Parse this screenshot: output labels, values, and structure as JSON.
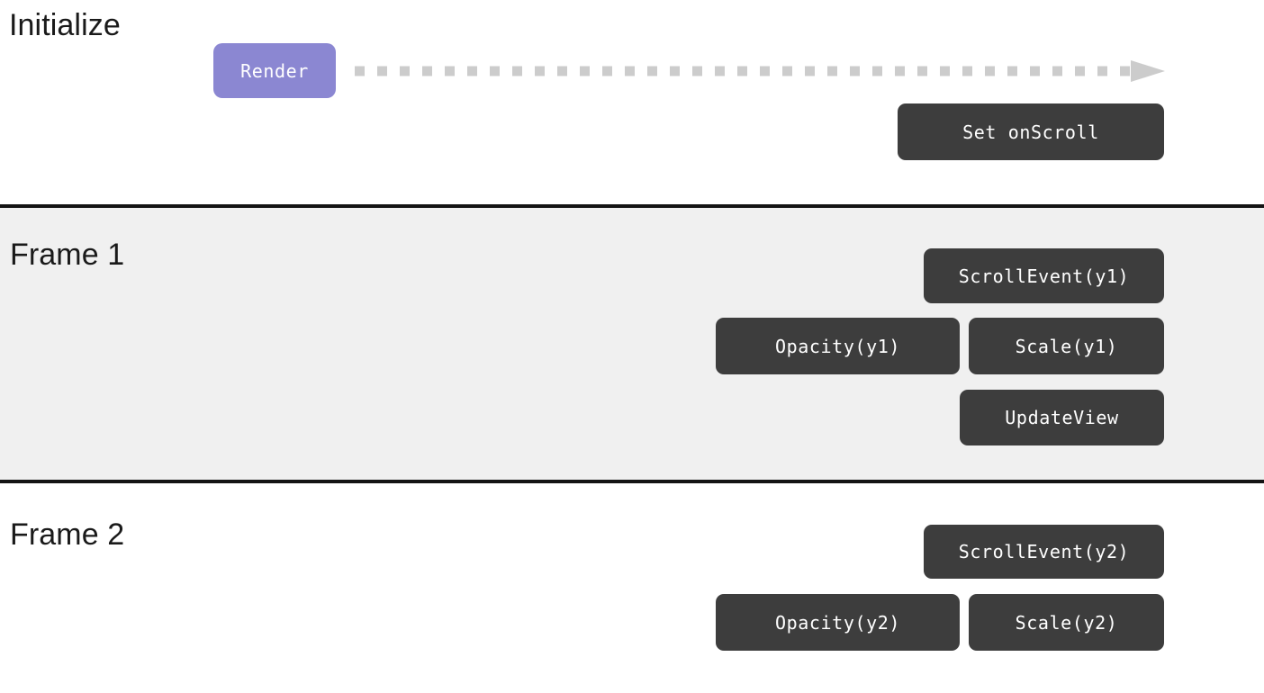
{
  "diagram": {
    "title_not_shown": false,
    "colors": {
      "accent": "#8b87d2",
      "node": "#3d3d3d",
      "node_text": "#ffffff",
      "divider": "#141414",
      "frame1_background": "#f0f0f0",
      "frame2_background": "#ffffff",
      "arrow": "#cccccc"
    },
    "sections": [
      {
        "id": "initialize",
        "label": "Initialize",
        "nodes": [
          {
            "id": "render",
            "label": "Render",
            "style": "accent"
          },
          {
            "id": "set-onscroll",
            "label": "Set onScroll",
            "style": "dark"
          }
        ],
        "connector": {
          "id": "render-to-onscroll",
          "kind": "dashed-arrow",
          "direction": "right",
          "from": "render",
          "to": "set-onscroll"
        }
      },
      {
        "id": "frame-1",
        "label": "Frame 1",
        "nodes": [
          {
            "id": "scrollevent-y1",
            "label": "ScrollEvent(y1)",
            "style": "dark"
          },
          {
            "id": "opacity-y1",
            "label": "Opacity(y1)",
            "style": "dark"
          },
          {
            "id": "scale-y1",
            "label": "Scale(y1)",
            "style": "dark"
          },
          {
            "id": "updateview",
            "label": "UpdateView",
            "style": "dark"
          }
        ]
      },
      {
        "id": "frame-2",
        "label": "Frame 2",
        "nodes": [
          {
            "id": "scrollevent-y2",
            "label": "ScrollEvent(y2)",
            "style": "dark"
          },
          {
            "id": "opacity-y2",
            "label": "Opacity(y2)",
            "style": "dark"
          },
          {
            "id": "scale-y2",
            "label": "Scale(y2)",
            "style": "dark"
          }
        ]
      }
    ]
  }
}
